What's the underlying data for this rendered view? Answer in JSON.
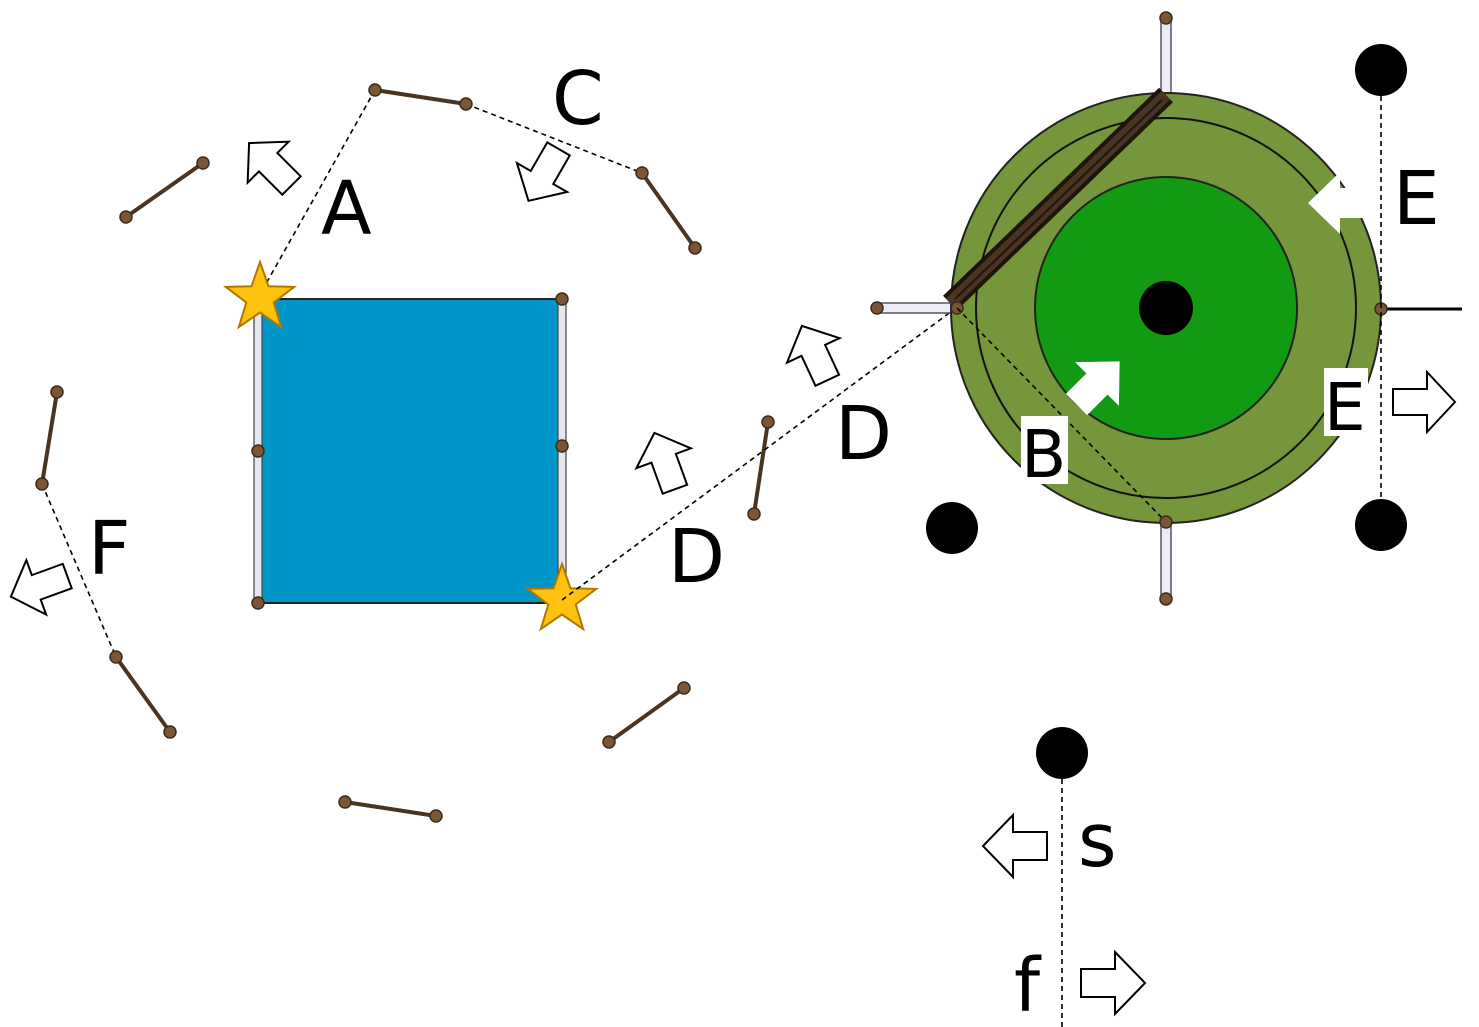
{
  "labels": {
    "a": "A",
    "b": "B",
    "c": "C",
    "d1": "D",
    "d2": "D",
    "e1": "E",
    "e2": "E",
    "f_upper": "F",
    "s": "s",
    "f_lower": "f"
  },
  "colors": {
    "square_fill": "#0096c8",
    "outer_disc": "#76963c",
    "inner_disc": "#129a12",
    "bar": "#3b2a1c",
    "star": "#ffc20e",
    "dark_dot": "#000000"
  },
  "icons": [
    "star-icon",
    "arrow-icon"
  ]
}
